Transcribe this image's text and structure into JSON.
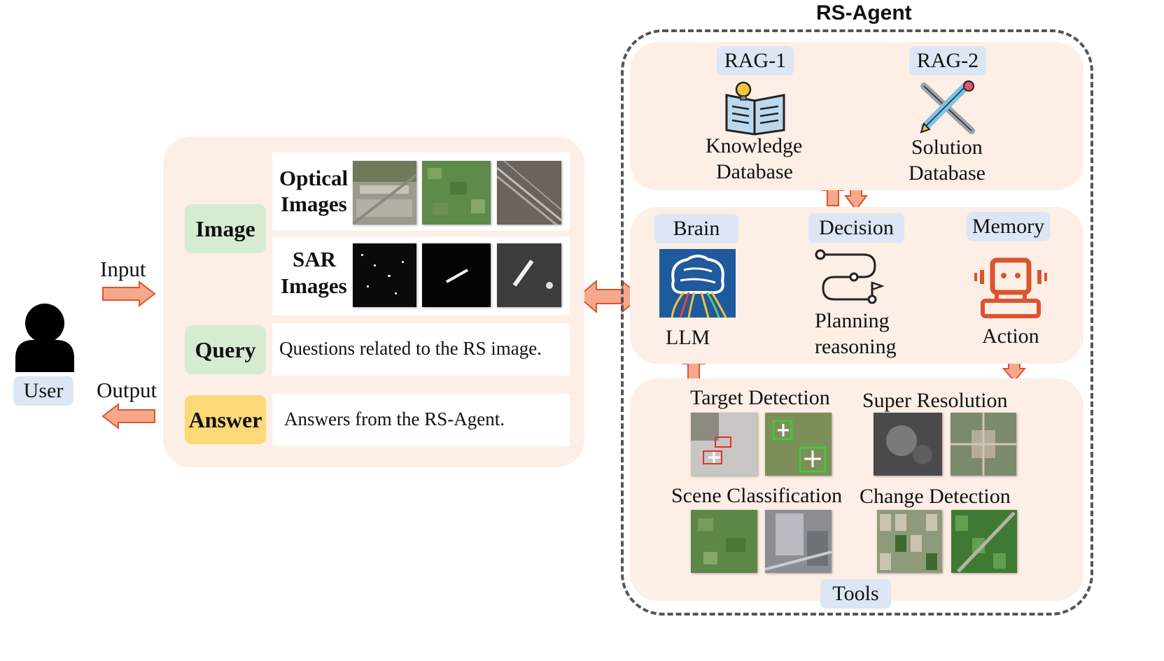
{
  "title": "RS-Agent",
  "user": {
    "label": "User"
  },
  "io": {
    "input": "Input",
    "output": "Output"
  },
  "left_panel": {
    "image_tag": "Image",
    "optical_line1": "Optical",
    "optical_line2": "Images",
    "sar_line1": "SAR",
    "sar_line2": "Images",
    "query_tag": "Query",
    "query_text": "Questions related to the RS image.",
    "answer_tag": "Answer",
    "answer_text": "Answers from the RS-Agent."
  },
  "rag": {
    "rag1": "RAG-1",
    "rag1_line1": "Knowledge",
    "rag1_line2": "Database",
    "rag2": "RAG-2",
    "rag2_line1": "Solution",
    "rag2_line2": "Database"
  },
  "core": {
    "brain": "Brain",
    "llm": "LLM",
    "decision": "Decision",
    "planning_line1": "Planning",
    "planning_line2": "reasoning",
    "memory": "Memory",
    "action": "Action"
  },
  "tools": {
    "target_detection": "Target Detection",
    "super_resolution": "Super Resolution",
    "scene_classification": "Scene Classification",
    "change_detection": "Change Detection",
    "label": "Tools"
  },
  "colors": {
    "panel": "#fdeee6",
    "arrow_fill": "#f7a88c",
    "arrow_stroke": "#d9552f",
    "tag_green": "#d6ecd2",
    "tag_yellow": "#fbd977",
    "tag_blue": "#dce6f4"
  },
  "icons": [
    "user-icon",
    "book-bulb-icon",
    "tools-icon",
    "brain-icon",
    "route-icon",
    "robot-icon"
  ]
}
